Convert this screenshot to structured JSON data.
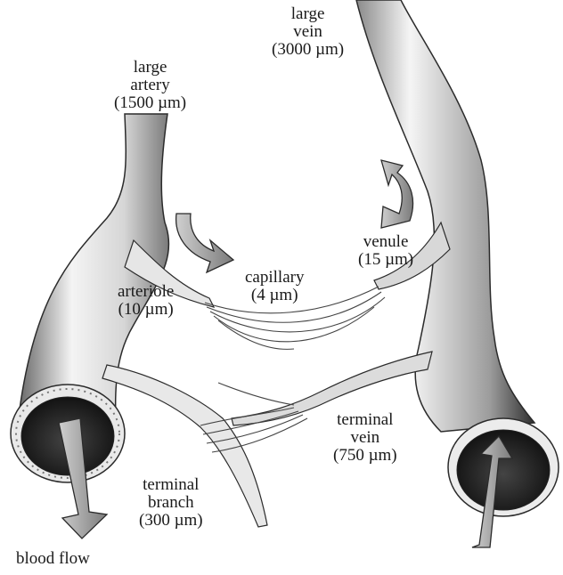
{
  "labels": {
    "large_artery": {
      "line1": "large",
      "line2": "artery",
      "line3": "(1500 µm)"
    },
    "large_vein": {
      "line1": "large",
      "line2": "vein",
      "line3": "(3000 µm)"
    },
    "venule": {
      "line1": "venule",
      "line2": "(15 µm)"
    },
    "capillary": {
      "line1": "capillary",
      "line2": "(4 µm)"
    },
    "arteriole": {
      "line1": "arteriole",
      "line2": "(10 µm)"
    },
    "terminal_vein": {
      "line1": "terminal",
      "line2": "vein",
      "line3": "(750 µm)"
    },
    "terminal_branch": {
      "line1": "terminal",
      "line2": "branch",
      "line3": "(300 µm)"
    },
    "blood_flow": "blood flow"
  },
  "colors": {
    "vessel_light": "#f2f2f2",
    "vessel_dark": "#5a5a5a",
    "outline": "#2b2b2b",
    "lumen": "#1c1c1c",
    "arrow_fill": "#9a9a9a"
  }
}
